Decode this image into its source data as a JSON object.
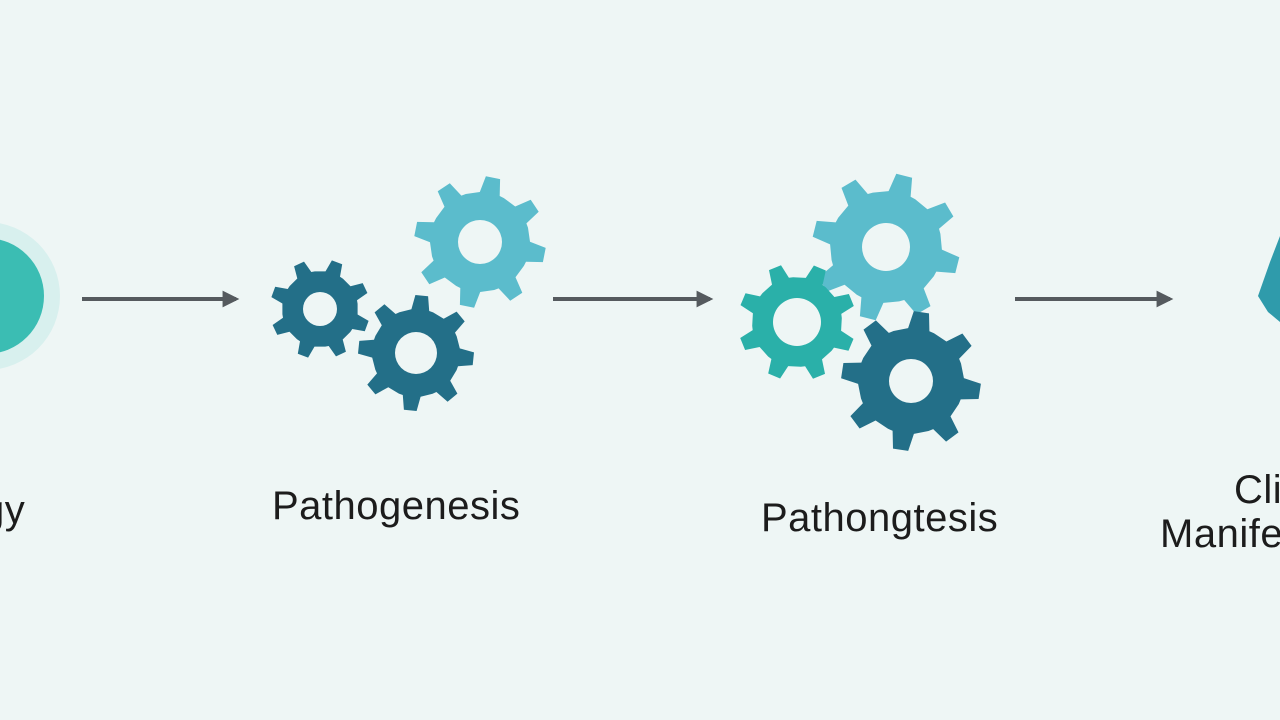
{
  "stages": [
    {
      "label": "gy"
    },
    {
      "label": "Pathogenesis"
    },
    {
      "label": "Pathongtesis"
    },
    {
      "label_line1": "Cli",
      "label_line2": "Manife"
    }
  ],
  "colors": {
    "background": "#eef6f5",
    "teal": "#3bbdb3",
    "teal_glow": "#d8f0ee",
    "dark_teal": "#236f88",
    "light_blue": "#5bbccc",
    "mid_teal": "#2ab0a9",
    "arrow": "#555a5e",
    "text": "#1c1c1c"
  },
  "icons": [
    "circle-icon",
    "gears-icon",
    "gears-icon",
    "shape-icon"
  ]
}
